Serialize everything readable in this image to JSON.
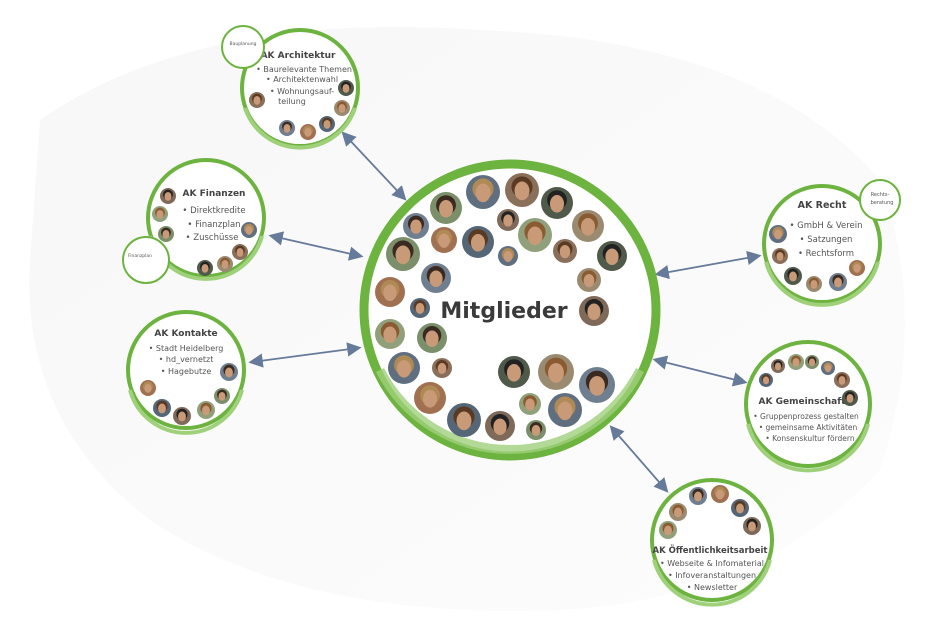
{
  "center": {
    "title": "Mitglieder"
  },
  "groups": {
    "architektur": {
      "title": "AK Architektur",
      "items": [
        "Baurelevante Themen",
        "Architektenwahl",
        "Wohnungsauf-",
        "teilung"
      ],
      "satellite": "Bauplanung"
    },
    "finanzen": {
      "title": "AK Finanzen",
      "items": [
        "Direktkredite",
        "Finanzplan",
        "Zuschüsse"
      ],
      "satellite": "Finanzplan"
    },
    "kontakte": {
      "title": "AK Kontakte",
      "items": [
        "Stadt Heidelberg",
        "hd_vernetzt",
        "Hagebutze"
      ]
    },
    "recht": {
      "title": "AK Recht",
      "items": [
        "GmbH & Verein",
        "Satzungen",
        "Rechtsform"
      ],
      "satellite_lines": [
        "Rechts-",
        "beratung"
      ]
    },
    "gemeinschaft": {
      "title": "AK Gemeinschaft",
      "items": [
        "Gruppenprozess gestalten",
        "gemeinsame Aktivitäten",
        "Konsenskultur fördern"
      ]
    },
    "oeffentlichkeit": {
      "title": "AK Öffentlichkeitsarbeit",
      "items": [
        "Webseite & Infomaterial",
        "Infoveranstaltungen",
        "Newsletter"
      ]
    }
  },
  "colors": {
    "ring": "#6db33f",
    "ring_light": "#9fd07a",
    "arrow": "#667a99",
    "skin": "#c99a78",
    "hair_dark": "#3b2a20",
    "hair_light": "#b08a55"
  }
}
